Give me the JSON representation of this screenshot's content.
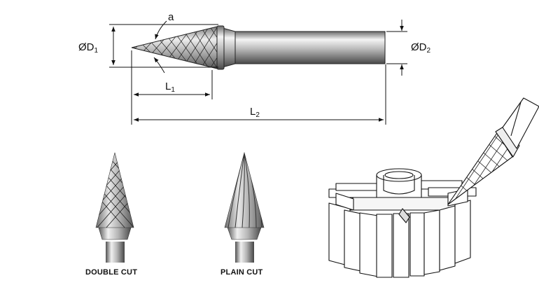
{
  "dimensions": {
    "angle": "a",
    "d1": {
      "symbol": "ØD",
      "index": "1"
    },
    "d2": {
      "symbol": "ØD",
      "index": "2"
    },
    "l1": {
      "symbol": "L",
      "index": "1"
    },
    "l2": {
      "symbol": "L",
      "index": "2"
    }
  },
  "captions": {
    "double_cut": "DOUBLE CUT",
    "plain_cut": "PLAIN CUT"
  },
  "colors": {
    "line": "#111111",
    "metal_dark": "#5a5a5a",
    "metal_light": "#f2f2f2"
  }
}
